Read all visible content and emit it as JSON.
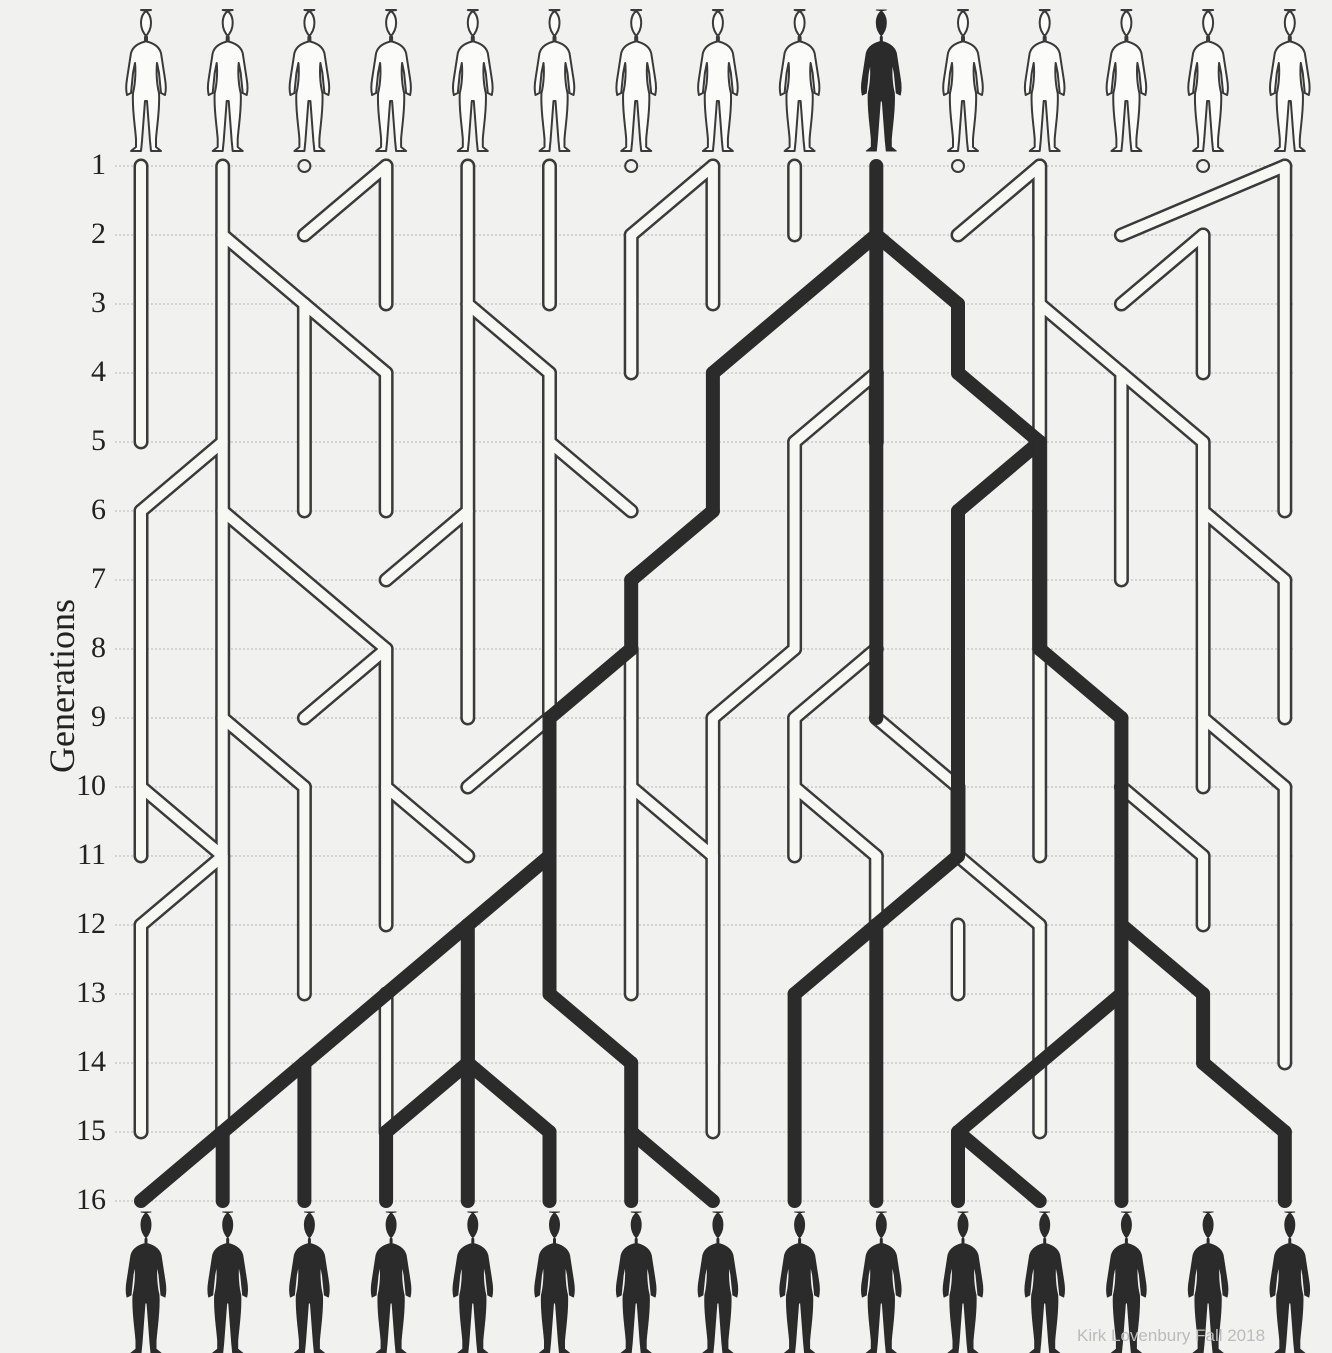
{
  "axis_title": "Generations",
  "generations": [
    "1",
    "2",
    "3",
    "4",
    "5",
    "6",
    "7",
    "8",
    "9",
    "10",
    "11",
    "12",
    "13",
    "14",
    "15",
    "16"
  ],
  "credit": "Kirk Lovenbury Fall 2018",
  "colors": {
    "background": "#f1f1ef",
    "light_lineage": "#f7f7f4",
    "light_outline": "#3a3a3a",
    "dark_lineage": "#2b2b2b",
    "grid": "#b8b8b8"
  },
  "founders": {
    "count": 15,
    "surviving_lineage_index": 10
  },
  "descendants": {
    "count": 15
  }
}
